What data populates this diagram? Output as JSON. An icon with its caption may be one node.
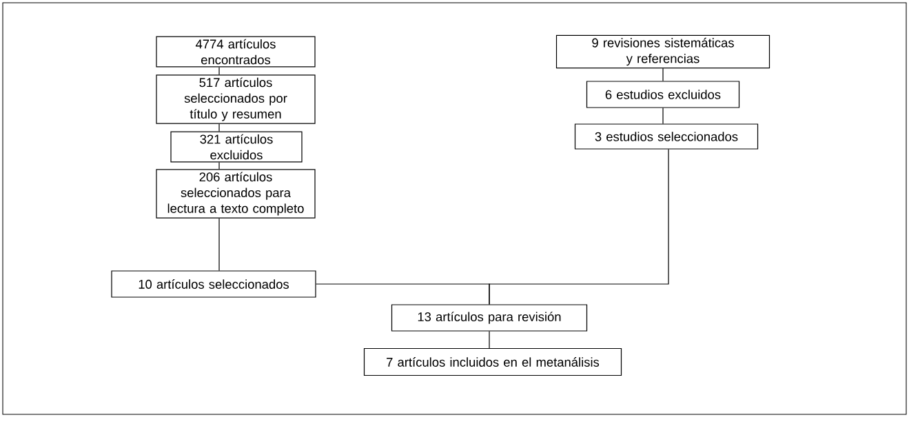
{
  "diagram": {
    "nodes": [
      {
        "text": [
          "4774 artículos encontrados"
        ]
      },
      {
        "text": [
          "517 artículos seleccionados por título y resumen"
        ]
      },
      {
        "text": [
          "321 artículos excluidos"
        ]
      },
      {
        "text": [
          "206 artículos seleccionados para lectura a texto completo"
        ]
      },
      {
        "text": [
          "10 artículos seleccionados"
        ]
      },
      {
        "text": [
          "9 revisiones sistemáticas y referencias"
        ]
      },
      {
        "text": [
          "6 estudios excluidos"
        ]
      },
      {
        "text": [
          "3 estudios seleccionados"
        ]
      },
      {
        "text": [
          "13 artículos para revisión"
        ]
      },
      {
        "text": [
          "7 artículos incluidos en el metanálisis"
        ]
      }
    ],
    "edges": [
      {
        "from": 0,
        "to": 1,
        "arrow": "none"
      },
      {
        "from": 1,
        "to": 2,
        "arrow": "none"
      },
      {
        "from": 2,
        "to": 3,
        "arrow": "none"
      },
      {
        "from": 3,
        "to": 4,
        "arrow": "none"
      },
      {
        "from": 5,
        "to": 6,
        "arrow": "none"
      },
      {
        "from": 6,
        "to": 7,
        "arrow": "none"
      },
      {
        "from": 4,
        "to": 8,
        "arrow": "none"
      },
      {
        "from": 7,
        "to": 8,
        "arrow": "none"
      },
      {
        "from": 8,
        "to": 9,
        "arrow": "none"
      }
    ]
  }
}
